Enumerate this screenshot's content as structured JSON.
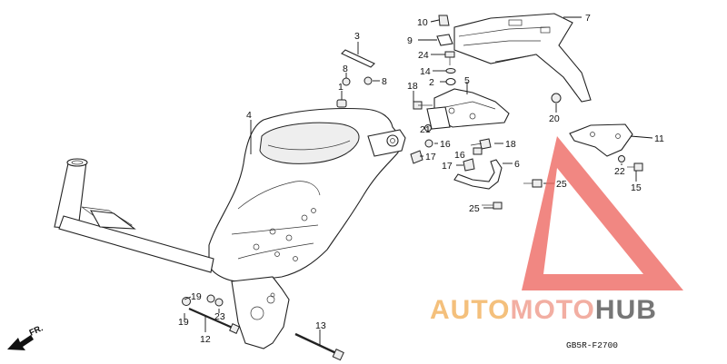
{
  "diagram": {
    "drawing_code": "GB5R-F2700",
    "direction_label": "FR.",
    "watermark": {
      "word1": "AUTO",
      "word2": "MOTO",
      "word3": "HUB",
      "color1": "#f2b15c",
      "color2": "#f09a8c",
      "color3": "#555555",
      "triangle_color": "#ee6a63"
    },
    "callouts": [
      {
        "id": "c3",
        "text": "3"
      },
      {
        "id": "c8a",
        "text": "8"
      },
      {
        "id": "c8b",
        "text": "8"
      },
      {
        "id": "c1",
        "text": "1"
      },
      {
        "id": "c10",
        "text": "10"
      },
      {
        "id": "c9",
        "text": "9"
      },
      {
        "id": "c24",
        "text": "24"
      },
      {
        "id": "c14",
        "text": "14"
      },
      {
        "id": "c2",
        "text": "2"
      },
      {
        "id": "c7",
        "text": "7"
      },
      {
        "id": "c5",
        "text": "5"
      },
      {
        "id": "c18a",
        "text": "18"
      },
      {
        "id": "c4",
        "text": "4"
      },
      {
        "id": "c20",
        "text": "20"
      },
      {
        "id": "c21",
        "text": "21"
      },
      {
        "id": "c16a",
        "text": "16"
      },
      {
        "id": "c17a",
        "text": "17"
      },
      {
        "id": "c18b",
        "text": "18"
      },
      {
        "id": "c16b",
        "text": "16"
      },
      {
        "id": "c17b",
        "text": "17"
      },
      {
        "id": "c6",
        "text": "6"
      },
      {
        "id": "c11",
        "text": "11"
      },
      {
        "id": "c22",
        "text": "22"
      },
      {
        "id": "c15",
        "text": "15"
      },
      {
        "id": "c25a",
        "text": "25"
      },
      {
        "id": "c25b",
        "text": "25"
      },
      {
        "id": "c19a",
        "text": "19"
      },
      {
        "id": "c19b",
        "text": "19"
      },
      {
        "id": "c23",
        "text": "23"
      },
      {
        "id": "c12",
        "text": "12"
      },
      {
        "id": "c13",
        "text": "13"
      }
    ]
  }
}
